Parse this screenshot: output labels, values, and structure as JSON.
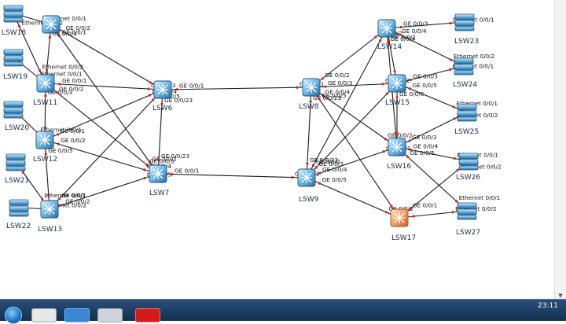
{
  "clock": "23:11",
  "devices": [
    {
      "id": "LSW18",
      "label": "LSW18",
      "kind": "switch"
    },
    {
      "id": "LSW19",
      "label": "LSW19",
      "kind": "switch"
    },
    {
      "id": "LSW20",
      "label": "LSW20",
      "kind": "switch"
    },
    {
      "id": "LSW21",
      "label": "LSW21",
      "kind": "switch"
    },
    {
      "id": "LSW22",
      "label": "LSW22",
      "kind": "switch"
    },
    {
      "id": "LSW10",
      "label": "",
      "kind": "l3switch"
    },
    {
      "id": "LSW11",
      "label": "LSW11",
      "kind": "l3switch"
    },
    {
      "id": "LSW12",
      "label": "LSW12",
      "kind": "l3switch"
    },
    {
      "id": "LSW13",
      "label": "LSW13",
      "kind": "l3switch"
    },
    {
      "id": "LSW6",
      "label": "LSW6",
      "kind": "l3switch"
    },
    {
      "id": "LSW7",
      "label": "LSW7",
      "kind": "l3switch"
    },
    {
      "id": "LSW8",
      "label": "LSW8",
      "kind": "l3switch"
    },
    {
      "id": "LSW9",
      "label": "LSW9",
      "kind": "l3switch"
    },
    {
      "id": "LSW14",
      "label": "LSW14",
      "kind": "l3switch"
    },
    {
      "id": "LSW15",
      "label": "LSW15",
      "kind": "l3switch"
    },
    {
      "id": "LSW16",
      "label": "LSW16",
      "kind": "l3switch"
    },
    {
      "id": "LSW17",
      "label": "LSW17",
      "kind": "l3switch-orange"
    },
    {
      "id": "LSW23",
      "label": "LSW23",
      "kind": "switch"
    },
    {
      "id": "LSW24",
      "label": "LSW24",
      "kind": "switch"
    },
    {
      "id": "LSW25",
      "label": "LSW25",
      "kind": "switch"
    },
    {
      "id": "LSW26",
      "label": "LSW26",
      "kind": "switch"
    },
    {
      "id": "LSW27",
      "label": "LSW27",
      "kind": "switch"
    }
  ],
  "links": [
    {
      "a": "LSW18",
      "b": "LSW10",
      "a_port": "",
      "b_port": "Ethernet 0/0/1"
    },
    {
      "a": "LSW18",
      "b": "LSW11",
      "a_port": "Ethernet 0/0/2",
      "b_port": "Ethernet 0/0/2"
    },
    {
      "a": "LSW10",
      "b": "LSW7",
      "a_port": "GE 0/0/1",
      "b_port": "GE 0/0/2"
    },
    {
      "a": "LSW10",
      "b": "LSW6",
      "a_port": "GE 0/0/2",
      "b_port": ""
    },
    {
      "a": "LSW10",
      "b": "LSW11",
      "a_port": "GE 0/0/3",
      "b_port": ""
    },
    {
      "a": "LSW19",
      "b": "LSW11",
      "a_port": "",
      "b_port": "Ethernet 0/0/1"
    },
    {
      "a": "LSW11",
      "b": "LSW6",
      "a_port": "GE 0/0/1",
      "b_port": "GE 0/0/3"
    },
    {
      "a": "LSW11",
      "b": "LSW7",
      "a_port": "GE 0/0/2",
      "b_port": "GE 0/0/3"
    },
    {
      "a": "LSW11",
      "b": "LSW12",
      "a_port": "GE 0/0/3",
      "b_port": ""
    },
    {
      "a": "LSW20",
      "b": "LSW12",
      "a_port": "",
      "b_port": "Ethernet 0/0/1"
    },
    {
      "a": "LSW12",
      "b": "LSW6",
      "a_port": "GE 0/0/1",
      "b_port": "GE 0/0/4"
    },
    {
      "a": "LSW12",
      "b": "LSW7",
      "a_port": "GE 0/0/2",
      "b_port": "GE 0/0/4"
    },
    {
      "a": "LSW12",
      "b": "LSW13",
      "a_port": "GE 0/0/5",
      "b_port": ""
    },
    {
      "a": "LSW21",
      "b": "LSW13",
      "a_port": "",
      "b_port": "Ethernet 0/0/1"
    },
    {
      "a": "LSW22",
      "b": "LSW13",
      "a_port": "",
      "b_port": "Ethernet 0/0/2"
    },
    {
      "a": "LSW13",
      "b": "LSW6",
      "a_port": "GE 0/0/1",
      "b_port": "GE 0/0/5"
    },
    {
      "a": "LSW13",
      "b": "LSW7",
      "a_port": "GE 0/0/2",
      "b_port": "GE 0/0/5"
    },
    {
      "a": "LSW6",
      "b": "LSW7",
      "a_port": "GE 0/0/23",
      "b_port": "GE 0/0/23"
    },
    {
      "a": "LSW6",
      "b": "LSW8",
      "a_port": "GE 0/0/1",
      "b_port": "GE 0/0/1"
    },
    {
      "a": "LSW7",
      "b": "LSW9",
      "a_port": "GE 0/0/1",
      "b_port": "GE 0/0/1"
    },
    {
      "a": "LSW8",
      "b": "LSW9",
      "a_port": "GE 0/0/23",
      "b_port": "GE 0/0/23"
    },
    {
      "a": "LSW8",
      "b": "LSW14",
      "a_port": "GE 0/0/2",
      "b_port": "GE 0/0/2"
    },
    {
      "a": "LSW8",
      "b": "LSW15",
      "a_port": "GE 0/0/3",
      "b_port": "GE 0/0/2"
    },
    {
      "a": "LSW8",
      "b": "LSW16",
      "a_port": "GE 0/0/4",
      "b_port": "GE 0/0/2"
    },
    {
      "a": "LSW8",
      "b": "LSW17",
      "a_port": "GE 0/0/5",
      "b_port": ""
    },
    {
      "a": "LSW9",
      "b": "LSW14",
      "a_port": "GE 0/0/2",
      "b_port": ""
    },
    {
      "a": "LSW9",
      "b": "LSW15",
      "a_port": "GE 0/0/3",
      "b_port": ""
    },
    {
      "a": "LSW9",
      "b": "LSW16",
      "a_port": "GE 0/0/4",
      "b_port": "GE 0/0/1"
    },
    {
      "a": "LSW9",
      "b": "LSW17",
      "a_port": "GE 0/0/5",
      "b_port": "GE 0/0/2"
    },
    {
      "a": "LSW14",
      "b": "LSW15",
      "a_port": "GE 0/0/1",
      "b_port": ""
    },
    {
      "a": "LSW14",
      "b": "LSW23",
      "a_port": "GE 0/0/3",
      "b_port": "Ethernet 0/0/1"
    },
    {
      "a": "LSW14",
      "b": "LSW24",
      "a_port": "GE 0/0/4",
      "b_port": "Ethernet 0/0/2"
    },
    {
      "a": "LSW15",
      "b": "LSW24",
      "a_port": "GE 0/0/3",
      "b_port": "Ethernet 0/0/1"
    },
    {
      "a": "LSW15",
      "b": "LSW25",
      "a_port": "GE 0/0/5",
      "b_port": "Ethernet 0/0/1"
    },
    {
      "a": "LSW15",
      "b": "LSW16",
      "a_port": "GE 0/0/6",
      "b_port": ""
    },
    {
      "a": "LSW16",
      "b": "LSW25",
      "a_port": "GE 0/0/3",
      "b_port": "Ethernet 0/0/2"
    },
    {
      "a": "LSW16",
      "b": "LSW26",
      "a_port": "GE 0/0/4",
      "b_port": "Ethernet 0/0/1"
    },
    {
      "a": "LSW16",
      "b": "LSW27",
      "a_port": "GE 0/0/5",
      "b_port": "Ethernet 0/0/1"
    },
    {
      "a": "LSW17",
      "b": "LSW26",
      "a_port": "GE 0/0/1",
      "b_port": "Ethernet 0/0/2"
    },
    {
      "a": "LSW17",
      "b": "LSW27",
      "a_port": "",
      "b_port": "Ethernet 0/0/2"
    },
    {
      "a": "LSW14",
      "b": "LSW16",
      "a_port": "GE 0/0/4",
      "b_port": ""
    }
  ]
}
